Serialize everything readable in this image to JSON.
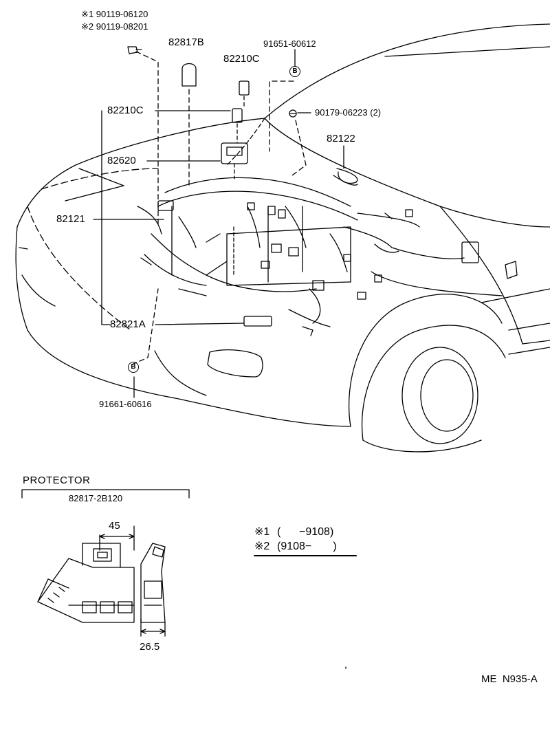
{
  "parts": {
    "bolt_note_1": "※1 90119-06120",
    "bolt_note_2": "※2 90119-08201",
    "p_82817b": "82817B",
    "p_82210c_top": "82210C",
    "p_91651": "91651-60612",
    "p_82210c_left": "82210C",
    "p_90179": "90179-06223 (2)",
    "p_82122": "82122",
    "p_82620": "82620",
    "p_82121": "82121",
    "p_82821a": "82821A",
    "p_91661": "91661-60616"
  },
  "markers": {
    "b_top": "B",
    "b_bottom": "B"
  },
  "protector": {
    "title": "PROTECTOR",
    "part_no": "82817-2B120",
    "dim_width": "45",
    "dim_depth": "26.5"
  },
  "notes": {
    "n1_mark": "※1",
    "n1_range": "(      −9108)",
    "n2_mark": "※2",
    "n2_range": "(9108−       )"
  },
  "ref_code": "ME  N935-A"
}
